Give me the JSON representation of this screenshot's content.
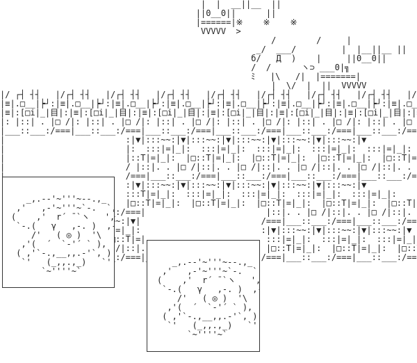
{
  "art": {
    "lines": [
      "                                        |  |  __||__  ||                              0",
      "                                       ||0__0||      ||                              8",
      "                                       |======|※    ※    ※                          0",
      "                                        VVVVV  >                                     8",
      "                                                      /        /     |             0   ||",
      "                                                   _/  ___/         |  |__||__ ||",
      "                                                  б/   Д  )    |     ||0__0||",
      "                                                  /  /      ヽ⊃ ___0|╗",
      "                                                  ﾐ   |\\   /|  |=======|",
      "                                                      |  \\/  |  ||  VVVVV",
      "|/ ┌┤ ┤┤   |/┌┤ ┤┤   |/┌┤ ┤┤   |/┌┤ ┤┤   |/┌┤ ┤┤   |/┌┤ ┤┤   |/┌┤ ┤┤   |/┌┤ ┤┤   |/┌┤ ┤┤   |/┌┤",
      "|≡|.□__|┝┘:|≡|.□__|┝┘:|≡|.□__|┝┘:|≡|.□__|┝┘:|≡|.□__|┝┘:|≡|.□__|┝┘:|≡|.□__|┝┘:|≡|.□__|┝┘:|≡|.□__|┝┘:|≡|.□",
      "|≡|:[□i|_|目|:|≡|:[□i|_|目|:|≡|:[□i|_|目|:|≡|:[□i|_|目|:|≡|:[□i|_|目|:|≡|:[□i|_|目|:|≡|:[□i|_|目|:|≡|:[□i|_|目|:|≡|:[□i",
      "|: |::| . |□ /|: |::| . |□ /|: |::| . |□ /|: |::| . |□ /|: |::| . |□ /|: |::| . |□ /|: |::| . |□ /|: |::| . |□ /|: |::| . |□",
      "|___::___:/===|___::___:/===|___::___:/===|___::___:/===|___::___:/===|___::___:/===|___::___:/===|___::___:/===|___::",
      "|                        :|▼|:::~~:|▼|:::~~:|▼|:::~~:|▼|:::~~:|▼|:::~~:|▼",
      "|                        |:  :::|=|_|:  :::|=|_|:  :::|=|_|:  :::|=|_|:  :::|=|_|:",
      "|                        |::T|=|_|:  |□::T|=|_|:  |□::T|=|_|:  |□::T|=|_|:  |□::T|=|_|:",
      "|                        / |::|. . |□ /|::|. . |□ /|::|. . |□ /|::|. . |□ /|::|. .",
      "|                        /===|___::___:/===|___::___:/===|___::___:/===|___::___:/===|___::",
      "|                        :|▼|:::~~:|▼|:::~~:|▼|:::~~:|▼|:::~~:|▼|:::~~:|▼",
      "|                        :::T|=|_|:  :::|=|_|:  :::|=|_|:  :::|=|_|:  :::|=|_|:",
      "|                        |□::T|=|_|:  |□::T|=|_|:  |□::T|=|_|:  |□::T|=|_|:  |□::T|=|_|:",
      "|___::___:/===|___::___:/===|                        |::|. . |□ /|::|. . |□ /|::|. . |□",
      "|:::~~:|▼|:::~~:|▼|:::~~:|▼|                        /===|___::___:/===|___::___:/===|___::",
      "|=|_|:  :::|=|_|:  :::|=|_|:                        :|▼|:::~~:|▼|:::~~:|▼|:::~~:|▼",
      "|=|_|:  |□::T|=|_|:  |□::T|=|                        :::|=|_|:  :::|=|_|:  :::|=|_|:",
      "|::|. . |□ /|::|. . |□ /|::|.                        |□::T|=|_|:  |□::T|=|_|:  |□::T",
      "|___::___:/===|___::___:/===|___::___:/===|___::___:/===|___::___:/===|___::___:/===|___::"
    ]
  },
  "panel_a": {
    "lines": [
      "",
      "   _,.--'~'''~--.,_",
      " ,'   ,-'~'''~`-.  `,",
      "(    ,'  r´ ̄ `ヽ   ',  )",
      " `-.(   γ   ,-. )  ,-'",
      "    /'   ( ◎ )  '\\",
      "  ,'(  ´  `-'´ ` ),",
      " ( ,'`-.,__,,.-'`, )",
      "  `'   (_,,.,_)   `'",
      "      `~''''~`"
    ]
  },
  "panel_b": {
    "lines": [
      "",
      "   _,.--'~'''~--.,_",
      " ,'   ,-'~'''~`-.  `,",
      "(    ,'  r´ ̄ `ヽ   ',  )",
      " `-.(   γ   ,-. )  ,-'",
      "    /'   ( ◎ )  '\\",
      "  ,'(  ´  `-'´ ` ),",
      " ( ,'`-.,__,,.-'`, )",
      "  `'   (_,,.,_)   `'",
      "      `~''''~`"
    ]
  }
}
